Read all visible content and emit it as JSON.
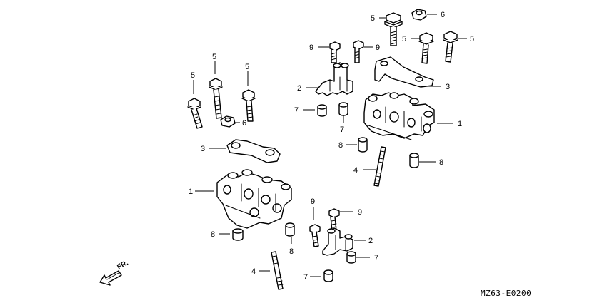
{
  "diagram_code": "MZ63-E0200",
  "direction_label": "FR.",
  "callouts": [
    {
      "id": "c1",
      "text": "5"
    },
    {
      "id": "c2",
      "text": "6"
    },
    {
      "id": "c3",
      "text": "9"
    },
    {
      "id": "c4",
      "text": "9"
    },
    {
      "id": "c5",
      "text": "5"
    },
    {
      "id": "c6",
      "text": "5"
    },
    {
      "id": "c7",
      "text": "2"
    },
    {
      "id": "c8",
      "text": "3"
    },
    {
      "id": "c9",
      "text": "7"
    },
    {
      "id": "c10",
      "text": "7"
    },
    {
      "id": "c11",
      "text": "1"
    },
    {
      "id": "c12",
      "text": "8"
    },
    {
      "id": "c13",
      "text": "8"
    },
    {
      "id": "c14",
      "text": "4"
    },
    {
      "id": "c15",
      "text": "5"
    },
    {
      "id": "c16",
      "text": "5"
    },
    {
      "id": "c17",
      "text": "5"
    },
    {
      "id": "c18",
      "text": "6"
    },
    {
      "id": "c19",
      "text": "3"
    },
    {
      "id": "c20",
      "text": "1"
    },
    {
      "id": "c21",
      "text": "8"
    },
    {
      "id": "c22",
      "text": "8"
    },
    {
      "id": "c23",
      "text": "9"
    },
    {
      "id": "c24",
      "text": "9"
    },
    {
      "id": "c25",
      "text": "2"
    },
    {
      "id": "c26",
      "text": "7"
    },
    {
      "id": "c27",
      "text": "4"
    },
    {
      "id": "c28",
      "text": "7"
    }
  ]
}
